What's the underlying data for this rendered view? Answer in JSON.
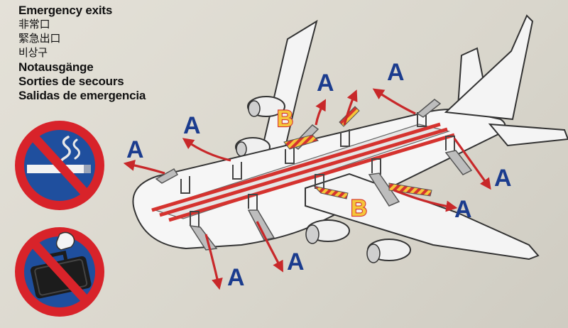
{
  "titles": {
    "en": "Emergency exits",
    "zh": "非常口",
    "ja": "緊急出口",
    "ko": "비상구",
    "de": "Notausgänge",
    "fr": "Sorties de secours",
    "es": "Salidas de emergencia"
  },
  "exit_labels": {
    "a": "A",
    "b": "B"
  },
  "icons": {
    "no_smoking": "no-smoking-icon",
    "no_baggage": "no-baggage-icon"
  },
  "colors": {
    "prohibition_red": "#d8232a",
    "prohibition_blue": "#1f4f9e",
    "exit_label_blue": "#1b3c8e",
    "arrow_red": "#c8282a",
    "stripe_yellow": "#f5c63a"
  }
}
